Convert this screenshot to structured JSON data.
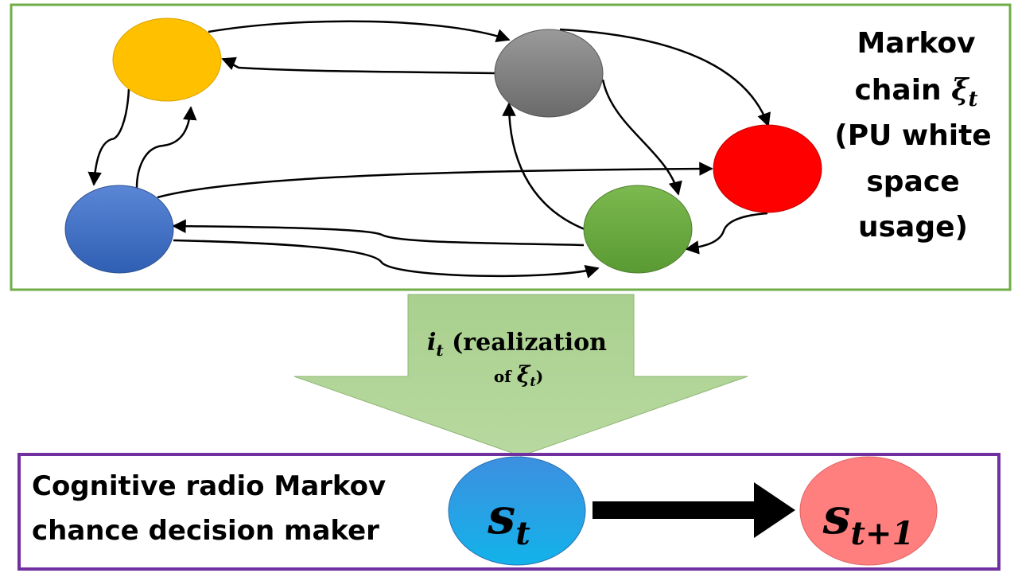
{
  "markov_label": {
    "line1": "Markov",
    "line2_prefix": "chain ",
    "xi": "ξ",
    "xi_sub": "t",
    "line3": "(PU white",
    "line4": "space",
    "line5": "usage)"
  },
  "arrow_label": {
    "i": "i",
    "i_sub": "t",
    "line1_rest": " (realization",
    "line2_prefix": "of ",
    "xi": "ξ",
    "xi_sub": "t",
    "line2_suffix": ")"
  },
  "decision_box": {
    "line1": "Cognitive radio Markov",
    "line2": "chance decision maker",
    "state_current": "s",
    "state_current_sub": "t",
    "state_next": "s",
    "state_next_sub": "t+1"
  },
  "colors": {
    "top_border": "#70AD47",
    "bottom_border": "#7030A0",
    "arrow_fill": "#A9D18E",
    "node_yellow": "#FFC000",
    "node_gray": "#7F7F7F",
    "node_red": "#FF0000",
    "node_blue": "#4472C4",
    "node_green": "#70AD47",
    "state_current": "#2E9BE6",
    "state_next": "#FF7F7F"
  }
}
